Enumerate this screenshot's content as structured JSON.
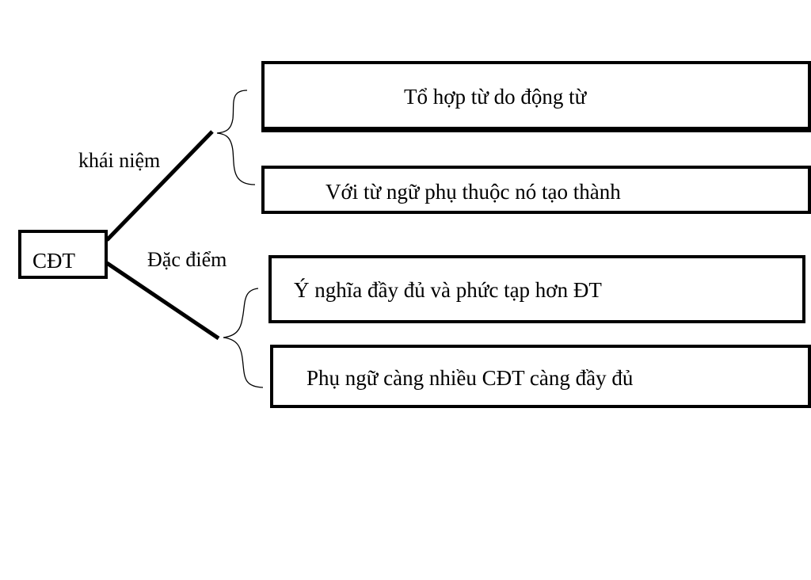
{
  "root": {
    "label": "CĐT"
  },
  "branches": [
    {
      "label": "khái niệm",
      "items": [
        "Tổ hợp từ do động từ",
        "Với từ ngữ phụ thuộc nó tạo thành"
      ]
    },
    {
      "label": "Đặc điểm",
      "items": [
        "Ý nghĩa đầy đủ và phức tạp hơn ĐT",
        "Phụ ngữ càng nhiều CĐT càng đầy đủ"
      ]
    }
  ],
  "colors": {
    "line": "#000000",
    "background": "#ffffff"
  }
}
